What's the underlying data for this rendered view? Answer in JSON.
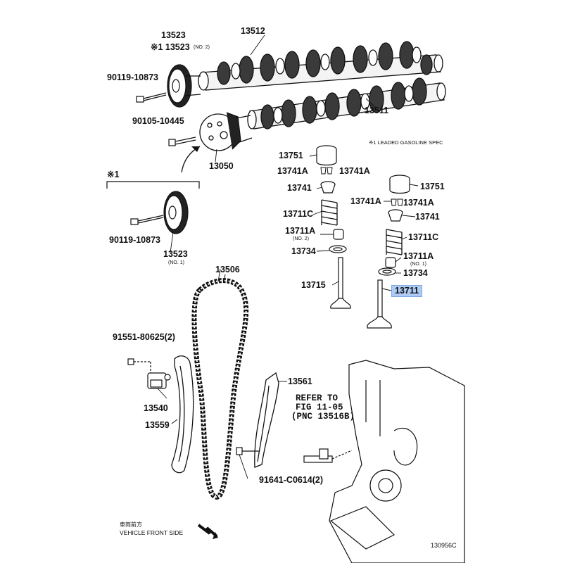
{
  "labels": {
    "p13523_top": "13523",
    "p13523_note2": "※1 13523",
    "no2": "(NO. 2)",
    "p13512": "13512",
    "p90119_top": "90119-10873",
    "p13511": "13511",
    "p90105": "90105-10445",
    "p13050": "13050",
    "leaded_note": "※1 LEADED GASOLINE SPEC",
    "p13751_a": "13751",
    "p13741A_a1": "13741A",
    "p13741A_a2": "13741A",
    "p13741_a": "13741",
    "p13751_b": "13751",
    "p13741A_b1": "13741A",
    "p13741A_b2": "13741A",
    "p13741_b": "13741",
    "p13711C_a": "13711C",
    "p13711C_b": "13711C",
    "p13711A_a": "13711A",
    "no2b": "(NO. 2)",
    "p13711A_b": "13711A",
    "no1b": "(NO. 1)",
    "p13734_a": "13734",
    "p13734_b": "13734",
    "p13715": "13715",
    "p13711": "13711",
    "note1": "※1",
    "p90119_bottom": "90119-10873",
    "p13523_bottom": "13523",
    "no1": "(NO. 1)",
    "p13506": "13506",
    "p91551": "91551-80625(2)",
    "p13540": "13540",
    "p13559": "13559",
    "p13561": "13561",
    "refer1": "REFER TO",
    "refer2": "FIG 11-05",
    "refer3": "(PNC 13516B)",
    "p91641": "91641-C0614(2)",
    "front_jp": "車両前方",
    "front_en": "VEHICLE FRONT SIDE",
    "fig_id": "130956C"
  },
  "highlight_color": "#aecbf5"
}
